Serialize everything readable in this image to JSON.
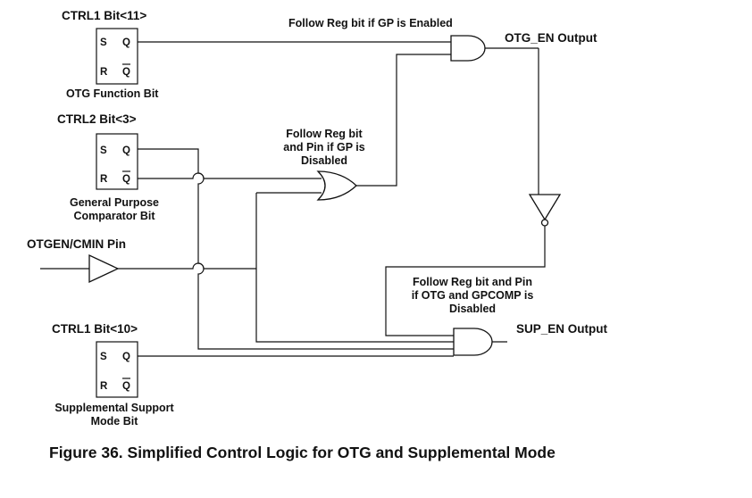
{
  "blocks": {
    "ctrl1_11": {
      "title": "CTRL1 Bit<11>",
      "caption": "OTG Function Bit",
      "pin_s": "S",
      "pin_q": "Q",
      "pin_r": "R",
      "pin_qbar": "Q"
    },
    "ctrl2_3": {
      "title": "CTRL2 Bit<3>",
      "caption_line1": "General Purpose",
      "caption_line2": "Comparator Bit",
      "pin_s": "S",
      "pin_q": "Q",
      "pin_r": "R",
      "pin_qbar": "Q"
    },
    "ctrl1_10": {
      "title": "CTRL1 Bit<10>",
      "caption_line1": "Supplemental Support",
      "caption_line2": "Mode Bit",
      "pin_s": "S",
      "pin_q": "Q",
      "pin_r": "R",
      "pin_qbar": "Q"
    }
  },
  "input_pin": {
    "label": "OTGEN/CMIN Pin"
  },
  "notes": {
    "and1": "Follow Reg bit if GP is Enabled",
    "or1_line1": "Follow Reg bit",
    "or1_line2": "and Pin if GP is",
    "or1_line3": "Disabled",
    "and2_line1": "Follow Reg bit and Pin",
    "and2_line2": "if OTG and GPCOMP is",
    "and2_line3": "Disabled"
  },
  "outputs": {
    "otg_en": "OTG_EN Output",
    "sup_en": "SUP_EN Output"
  },
  "caption": "Figure 36. Simplified Control Logic for OTG and Supplemental Mode"
}
